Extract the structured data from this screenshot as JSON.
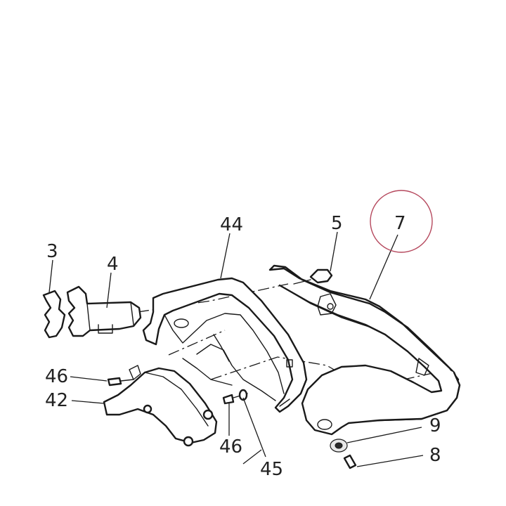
{
  "diagram": {
    "callouts": {
      "c3": "3",
      "c4": "4",
      "c44": "44",
      "c5": "5",
      "c7": "7",
      "c46a": "46",
      "c42": "42",
      "c46b": "46",
      "c45": "45",
      "c9": "9",
      "c8": "8"
    },
    "highlight_color": "#b5485d",
    "line_color": "#1a1a1a"
  }
}
